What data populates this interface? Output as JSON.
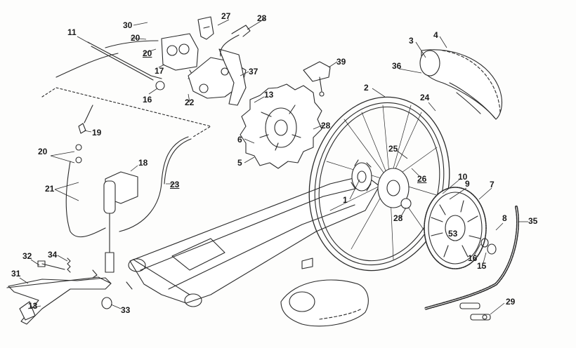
{
  "diagram": {
    "type": "exploded parts view",
    "line_color": "#2a2a2a",
    "callouts": [
      "1",
      "2",
      "3",
      "4",
      "5",
      "6",
      "7",
      "8",
      "9",
      "10",
      "11",
      "13",
      "15",
      "16",
      "17",
      "18",
      "19",
      "20",
      "21",
      "22",
      "23",
      "25",
      "26",
      "27",
      "28",
      "29",
      "30",
      "31",
      "32",
      "33",
      "34",
      "35",
      "36",
      "37",
      "39",
      "53"
    ],
    "labels": {
      "l1": "1",
      "l2": "2",
      "l3": "3",
      "l4": "4",
      "l5": "5",
      "l6": "6",
      "l7": "7",
      "l8": "8",
      "l9": "9",
      "l10": "10",
      "l11": "11",
      "l13a": "13",
      "l13b": "13",
      "l15": "15",
      "l16a": "16",
      "l16b": "16",
      "l17": "17",
      "l18": "18",
      "l19": "19",
      "l20a": "20",
      "l20b": "20",
      "l20c": "20",
      "l21": "21",
      "l22": "22",
      "l23": "23",
      "l24": "24",
      "l25": "25",
      "l26": "26",
      "l27": "27",
      "l28a": "28",
      "l28b": "28",
      "l28c": "28",
      "l29": "29",
      "l30": "30",
      "l31": "31",
      "l32": "32",
      "l33": "33",
      "l34": "34",
      "l35": "35",
      "l36": "36",
      "l37": "37",
      "l39": "39",
      "l53": "53"
    }
  }
}
